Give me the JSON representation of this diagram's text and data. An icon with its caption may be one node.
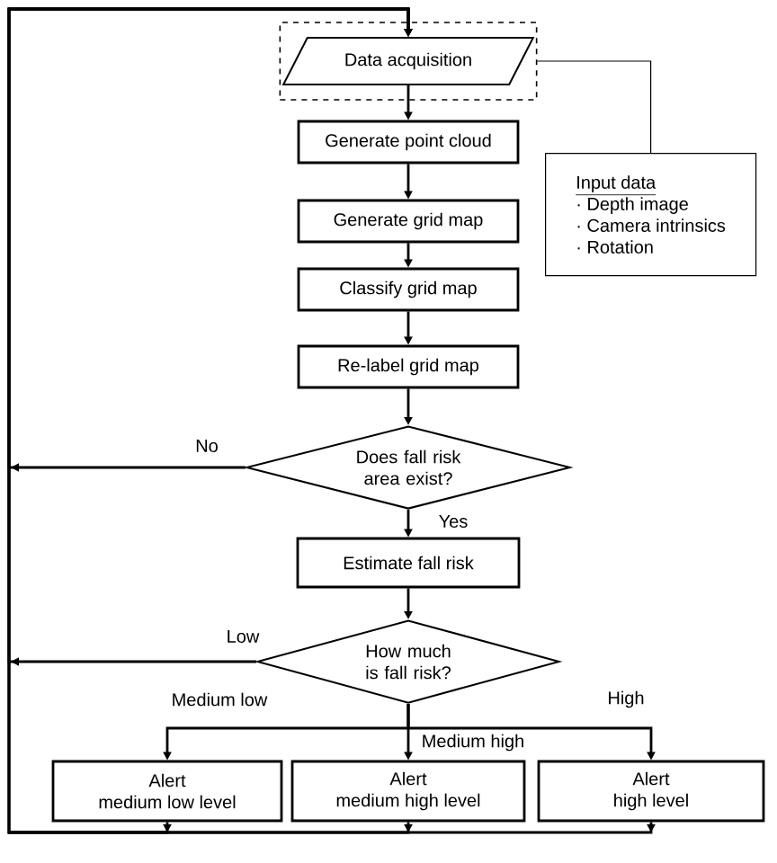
{
  "diagram": {
    "nodes": [
      {
        "text": [],
        "shape": "box"
      },
      {
        "text": [
          "Data acquisition"
        ],
        "in": 0
      },
      {
        "text": [
          "Generate point cloud"
        ]
      },
      {
        "text": [
          "Generate grid map"
        ]
      },
      {
        "text": [
          "Classify grid map"
        ]
      },
      {
        "text": [
          "Re-label grid map"
        ]
      },
      {
        "text": [
          "Does fall risk area exist?"
        ]
      },
      {
        "text": [
          "Estimate fall risk"
        ]
      },
      {
        "text": [
          "How much is fall risk?"
        ]
      },
      {
        "text": [
          "Alert",
          "medium low level"
        ]
      },
      {
        "text": [
          "Alert",
          "medium high level"
        ]
      },
      {
        "text": [
          "Alert",
          "high level"
        ]
      },
      {
        "text": [
          "Input data",
          "· Depth image",
          "· Camera intrinsics",
          "· Rotation"
        ]
      }
    ],
    "edges": [
      {
        "from": 1,
        "to": 2,
        "arrow": "to"
      },
      {
        "from": 2,
        "to": 3,
        "arrow": "to"
      },
      {
        "from": 3,
        "to": 4,
        "arrow": "to"
      },
      {
        "from": 4,
        "to": 5,
        "arrow": "to"
      },
      {
        "from": 5,
        "to": 6,
        "arrow": "to"
      },
      {
        "from": 6,
        "to": 7,
        "arrow": "to",
        "label": "Yes"
      },
      {
        "from": 7,
        "to": 8,
        "arrow": "to"
      },
      {
        "from": 8,
        "to": 9,
        "arrow": "to",
        "label": "Medium low"
      },
      {
        "from": 8,
        "to": 10,
        "arrow": "to",
        "label": "Medium high"
      },
      {
        "from": 8,
        "to": 11,
        "arrow": "to",
        "label": "High"
      },
      {
        "from": 6,
        "to": 1,
        "arrow": "to",
        "label": "No"
      },
      {
        "from": 8,
        "to": 1,
        "arrow": "to",
        "label": "Low"
      },
      {
        "from": 9,
        "to": 1,
        "arrow": "to"
      },
      {
        "from": 10,
        "to": 1,
        "arrow": "to"
      },
      {
        "from": 11,
        "to": 1,
        "arrow": "to"
      },
      {
        "from": 12,
        "to": 0,
        "arrow": "none"
      }
    ]
  }
}
